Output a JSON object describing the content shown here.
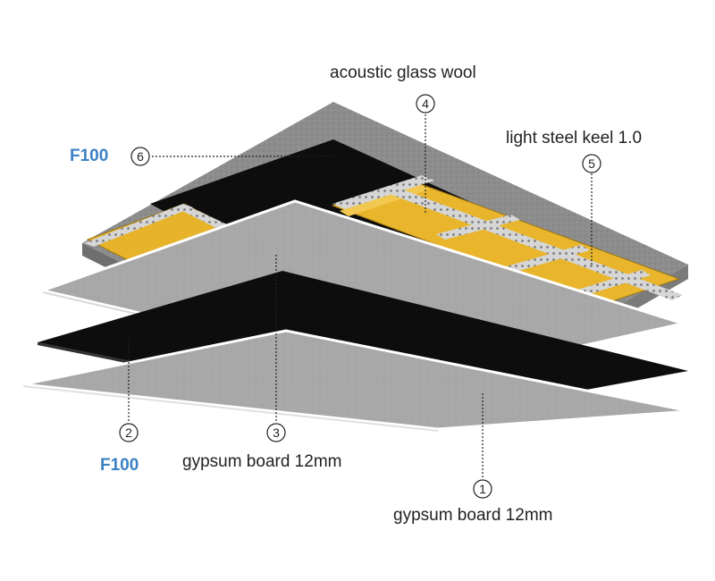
{
  "labels": {
    "layer1": {
      "number": "1",
      "text": "gypsum board 12mm"
    },
    "layer2": {
      "number": "2",
      "rating": "F100"
    },
    "layer3": {
      "number": "3",
      "text": "gypsum board 12mm"
    },
    "layer4": {
      "number": "4",
      "text": "acoustic glass wool"
    },
    "layer5": {
      "number": "5",
      "text": "light steel keel 1.0"
    },
    "layer6": {
      "number": "6",
      "rating": "F100"
    }
  },
  "colors": {
    "accent": "#3b82c4",
    "gypsum": "#a9a9a9",
    "black_membrane": "#0d0d0d",
    "concrete": "#8c8c8c",
    "glass_wool": "#e8b52c",
    "steel": "#cfcfcf"
  }
}
